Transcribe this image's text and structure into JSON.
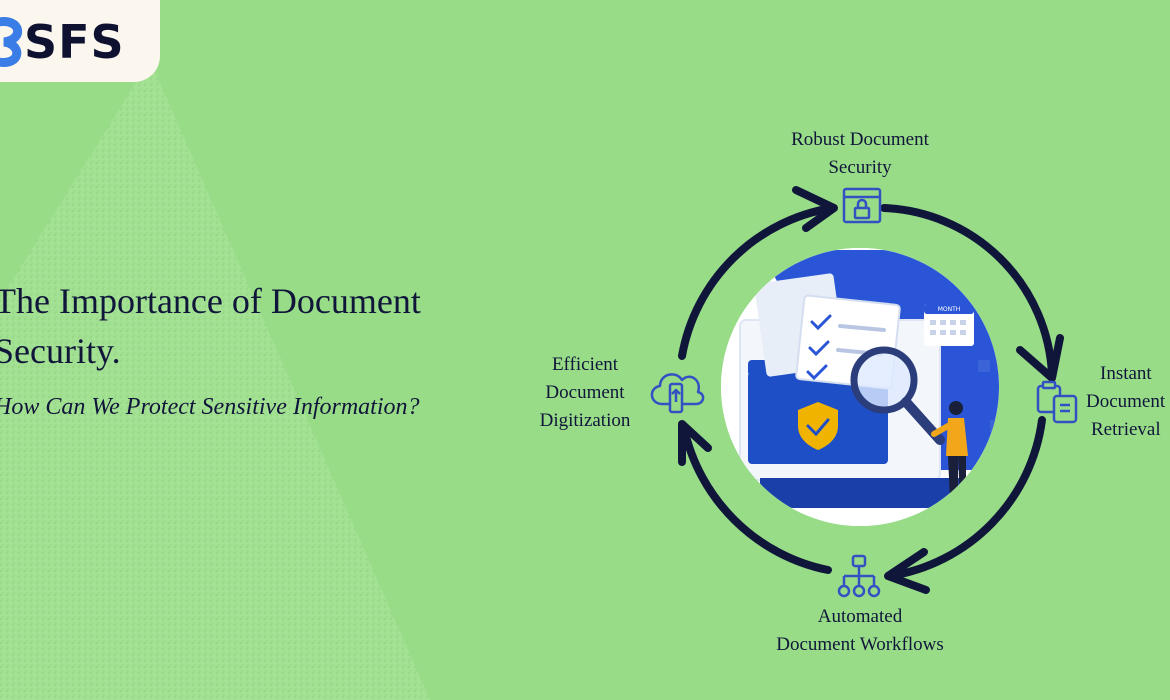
{
  "logo": {
    "text": "SFS"
  },
  "heading": {
    "title_line1": "The Importance of Document",
    "title_line2": "Security.",
    "subtitle": "How Can We Protect Sensitive Information?"
  },
  "cycle": {
    "top": {
      "line1": "Robust Document",
      "line2": "Security",
      "icon": "lock-window-icon"
    },
    "right": {
      "line1": "Instant",
      "line2": "Document",
      "line3": "Retrieval",
      "icon": "clipboard-document-icon"
    },
    "bottom": {
      "line1": "Automated",
      "line2": "Document Workflows",
      "icon": "workflow-hierarchy-icon"
    },
    "left": {
      "line1": "Efficient",
      "line2": "Document",
      "line3": "Digitization",
      "icon": "cloud-upload-icon"
    }
  },
  "illustration": {
    "calendar_label": "MONTH"
  },
  "colors": {
    "background": "#98dc88",
    "ink": "#10163a",
    "accent_blue": "#2a55d6",
    "icon_blue": "#3451c4",
    "shield_gold": "#f0b400"
  }
}
